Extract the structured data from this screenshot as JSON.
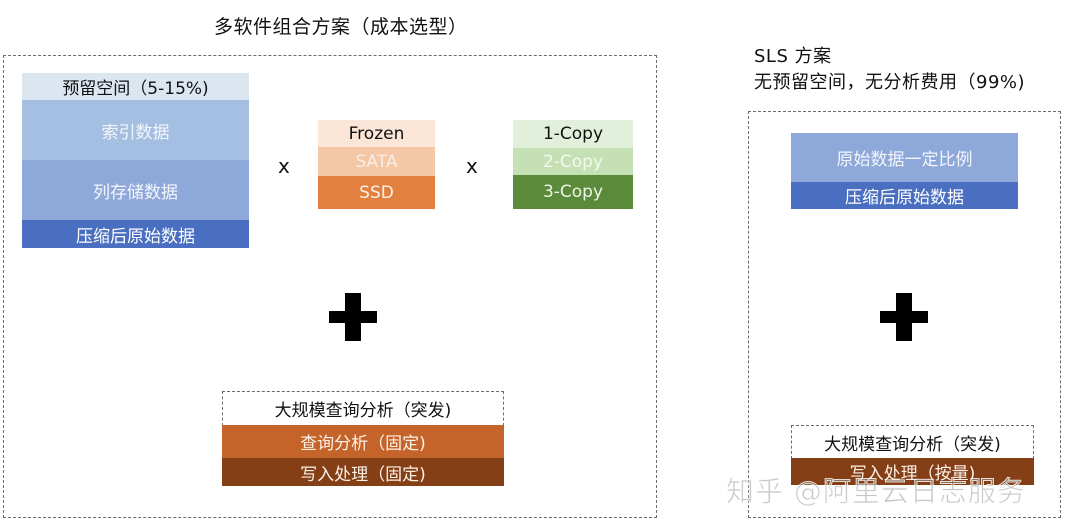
{
  "left_panel": {
    "title": "多软件组合方案（成本选型）",
    "data_stack": [
      {
        "label": "预留空间（5-15%)",
        "bg": "#dce6f1",
        "fg": "#111111"
      },
      {
        "label": "索引数据",
        "bg": "#a4bfe1",
        "fg": "#f2f6fb"
      },
      {
        "label": "列存储数据",
        "bg": "#8ea8d9",
        "fg": "#f2f6fb"
      },
      {
        "label": "压缩后原始数据",
        "bg": "#4a6fc0",
        "fg": "#ffffff"
      }
    ],
    "multiply_1": "x",
    "storage_stack": [
      {
        "label": "Frozen",
        "bg": "#fbe5d6",
        "fg": "#111111"
      },
      {
        "label": "SATA",
        "bg": "#f4c7a7",
        "fg": "#fbeee4"
      },
      {
        "label": "SSD",
        "bg": "#e2813f",
        "fg": "#fdf1e8"
      }
    ],
    "multiply_2": "x",
    "copy_stack": [
      {
        "label": "1-Copy",
        "bg": "#e2efda",
        "fg": "#111111"
      },
      {
        "label": "2-Copy",
        "bg": "#c5e0b4",
        "fg": "#f3f9ef"
      },
      {
        "label": "3-Copy",
        "bg": "#5a8a3a",
        "fg": "#eef5e8"
      }
    ],
    "plus_icon": "plus-icon",
    "compute": {
      "burst_label": "大规模查询分析（突发)",
      "bars": [
        {
          "label": "查询分析（固定)",
          "bg": "#c5642a",
          "fg": "#fdf0e6"
        },
        {
          "label": "写入处理（固定)",
          "bg": "#843f16",
          "fg": "#fdf0e6"
        }
      ]
    }
  },
  "right_panel": {
    "title_line1": "SLS 方案",
    "title_line2": "无预留空间，无分析费用（99%)",
    "data_stack": [
      {
        "label": "原始数据一定比例",
        "bg": "#8ea8d9",
        "fg": "#f2f6fb"
      },
      {
        "label": "压缩后原始数据",
        "bg": "#4a6fc0",
        "fg": "#ffffff"
      }
    ],
    "plus_icon": "plus-icon",
    "compute": {
      "burst_label": "大规模查询分析（突发)",
      "bars": [
        {
          "label": "写入处理（按量)",
          "bg": "#843f16",
          "fg": "#fdf0e6"
        }
      ]
    }
  },
  "watermark": "知乎 @阿里云日志服务"
}
